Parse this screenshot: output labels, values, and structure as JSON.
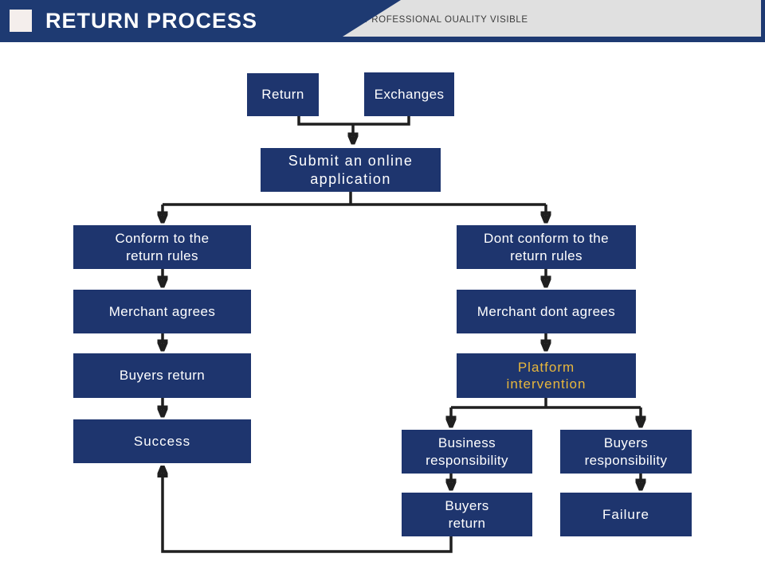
{
  "header": {
    "title": "RETURN PROCESS",
    "tagline": "PROFESSIONAL OUALITY VISIBLE"
  },
  "colors": {
    "header_bar": "#1e3a72",
    "ribbon": "#e0e0e0",
    "accent_square": "#f4eeec",
    "node_fill": "#1e356e",
    "node_text": "#ffffff",
    "highlight_text": "#e8b73c",
    "connector": "#1f1f1f"
  },
  "flowchart": {
    "nodes": {
      "return": {
        "label": "Return"
      },
      "exchanges": {
        "label": "Exchanges"
      },
      "submit": {
        "label": "Submit an online\napplication"
      },
      "conform": {
        "label": "Conform to the\nreturn rules"
      },
      "merchant_agrees": {
        "label": "Merchant agrees"
      },
      "buyers_return_left": {
        "label": "Buyers return"
      },
      "success": {
        "label": "Success"
      },
      "dont_conform": {
        "label": "Dont conform to the\nreturn rules"
      },
      "merchant_dont_agrees": {
        "label": "Merchant dont agrees"
      },
      "platform_intervention": {
        "label": "Platform\nintervention"
      },
      "business_responsibility": {
        "label": "Business\nresponsibility"
      },
      "buyers_responsibility": {
        "label": "Buyers\nresponsibility"
      },
      "buyers_return_bottom": {
        "label": "Buyers\nreturn"
      },
      "failure": {
        "label": "Failure"
      }
    }
  }
}
